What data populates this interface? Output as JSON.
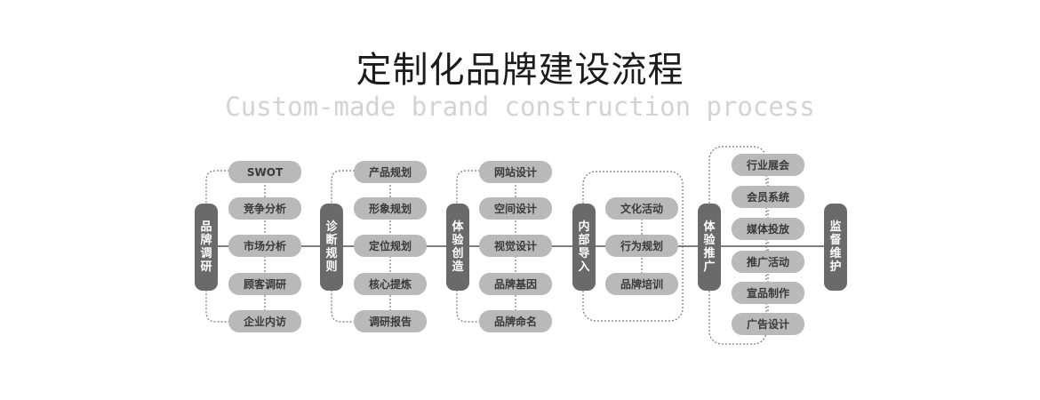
{
  "title": "定制化品牌建设流程",
  "subtitle": "Custom-made brand construction process",
  "stages": [
    {
      "label": "品牌调研",
      "items": [
        "SWOT",
        "竞争分析",
        "市场分析",
        "顾客调研",
        "企业内访"
      ]
    },
    {
      "label": "诊断规则",
      "items": [
        "产品规划",
        "形象规划",
        "定位规划",
        "核心提炼",
        "调研报告"
      ]
    },
    {
      "label": "体验创造",
      "items": [
        "网站设计",
        "空间设计",
        "视觉设计",
        "品牌基因",
        "品牌命名"
      ]
    },
    {
      "label": "内部导入",
      "items": [
        "文化活动",
        "行为规划",
        "品牌培训"
      ]
    },
    {
      "label": "体验推广",
      "items": [
        "行业展会",
        "会员系统",
        "媒体投放",
        "推广活动",
        "宣品制作",
        "广告设计"
      ]
    },
    {
      "label": "监督维护",
      "items": []
    }
  ]
}
